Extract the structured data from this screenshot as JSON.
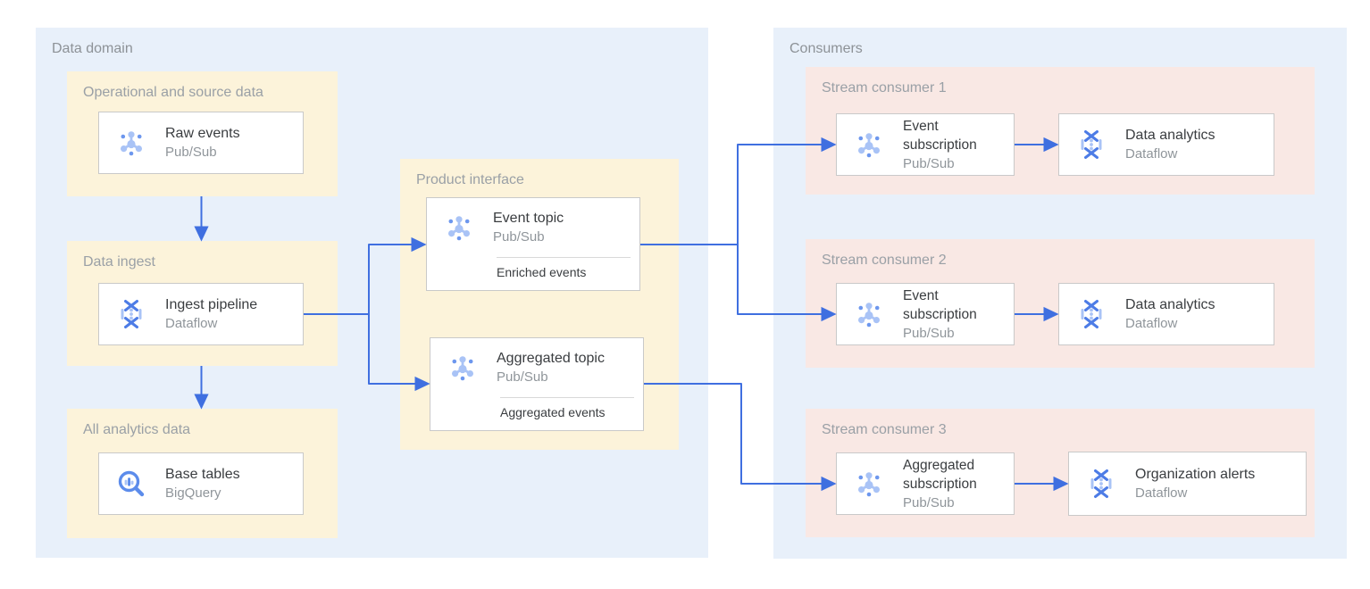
{
  "data_domain": {
    "title": "Data domain",
    "operational": {
      "title": "Operational and source data",
      "card": {
        "title": "Raw events",
        "product": "Pub/Sub",
        "icon": "pubsub-icon"
      }
    },
    "ingest": {
      "title": "Data ingest",
      "card": {
        "title": "Ingest pipeline",
        "product": "Dataflow",
        "icon": "dataflow-icon"
      }
    },
    "analytics": {
      "title": "All analytics data",
      "card": {
        "title": "Base tables",
        "product": "BigQuery",
        "icon": "bigquery-icon"
      }
    },
    "product_interface": {
      "title": "Product interface",
      "event_topic": {
        "title": "Event topic",
        "product": "Pub/Sub",
        "icon": "pubsub-icon",
        "tag": "Enriched events"
      },
      "aggregated_topic": {
        "title": "Aggregated topic",
        "product": "Pub/Sub",
        "icon": "pubsub-icon",
        "tag": "Aggregated events"
      }
    }
  },
  "consumers": {
    "title": "Consumers",
    "consumer1": {
      "title": "Stream consumer 1",
      "subscription": {
        "title": "Event subscription",
        "product": "Pub/Sub",
        "icon": "pubsub-icon"
      },
      "processor": {
        "title": "Data analytics",
        "product": "Dataflow",
        "icon": "dataflow-icon"
      }
    },
    "consumer2": {
      "title": "Stream consumer 2",
      "subscription": {
        "title": "Event subscription",
        "product": "Pub/Sub",
        "icon": "pubsub-icon"
      },
      "processor": {
        "title": "Data analytics",
        "product": "Dataflow",
        "icon": "dataflow-icon"
      }
    },
    "consumer3": {
      "title": "Stream consumer 3",
      "subscription": {
        "title": "Aggregated subscription",
        "product": "Pub/Sub",
        "icon": "pubsub-icon"
      },
      "processor": {
        "title": "Organization alerts",
        "product": "Dataflow",
        "icon": "dataflow-icon"
      }
    }
  },
  "colors": {
    "container_bg": "#e8f0fa",
    "group_yellow_bg": "#fcf3da",
    "group_pink_bg": "#f9e8e4",
    "arrow": "#3f6fe0",
    "card_border": "#c9c9c9",
    "icon_light_blue": "#a9c3f6",
    "icon_medium_blue": "#6d97ee",
    "icon_stroke_blue": "#5c8ceb"
  }
}
